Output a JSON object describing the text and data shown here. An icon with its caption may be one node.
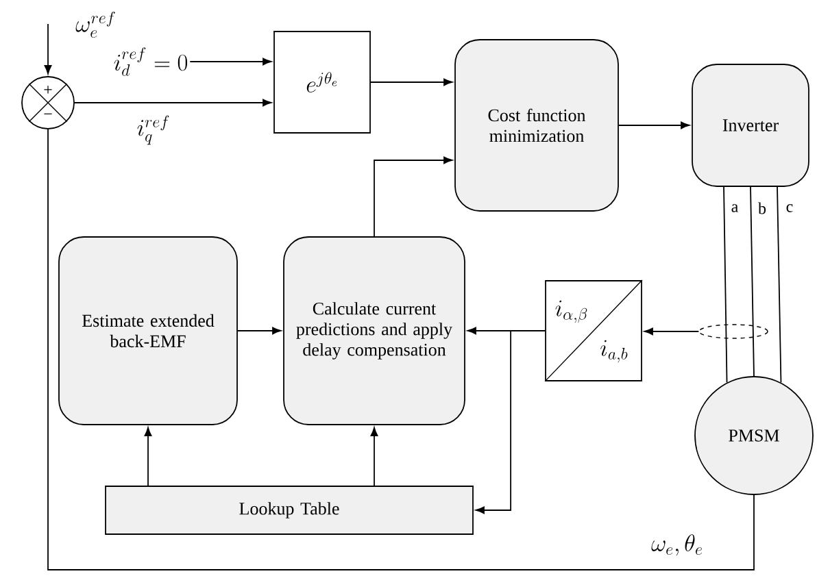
{
  "diagram": {
    "nodes": [
      {
        "text": [
          "+",
          "−"
        ]
      },
      {
        "text": [
          "e^{j\\theta_e}"
        ]
      },
      {
        "text": [
          "Cost function minimization"
        ]
      },
      {
        "text": [
          "Inverter"
        ]
      },
      {
        "text": [
          "Estimate extended back-EMF"
        ]
      },
      {
        "text": [
          "Calculate current predictions and apply delay compensation"
        ]
      },
      {
        "text": [
          "i_{\\alpha,\\beta}",
          "i_{a,b}"
        ]
      },
      {
        "text": [
          "PMSM"
        ]
      },
      {
        "text": [
          "Lookup Table"
        ]
      },
      {
        "text": [],
        "shape": "ellipse"
      },
      {
        "text": [
          "i_d^{ref} = 0"
        ]
      }
    ],
    "edges": [
      {
        "from": null,
        "to": 0,
        "arrow": "to",
        "label": "\\omega_e^{ref}"
      },
      {
        "from": 10,
        "to": 1,
        "arrow": "to"
      },
      {
        "from": 0,
        "to": 1,
        "arrow": "to",
        "label": "i_q^{ref}"
      },
      {
        "from": 1,
        "to": 2,
        "arrow": "to"
      },
      {
        "from": 5,
        "to": 2,
        "arrow": "to"
      },
      {
        "from": 2,
        "to": 3,
        "arrow": "to"
      },
      {
        "from": 3,
        "to": 7,
        "arrow": "none",
        "label": "a"
      },
      {
        "from": 3,
        "to": 7,
        "arrow": "none",
        "label": "b"
      },
      {
        "from": 3,
        "to": 7,
        "arrow": "none",
        "label": "c"
      },
      {
        "from": 9,
        "to": 6,
        "arrow": "to"
      },
      {
        "from": 6,
        "to": 5,
        "arrow": "to"
      },
      {
        "from": 6,
        "to": 8,
        "arrow": "to"
      },
      {
        "from": 4,
        "to": 5,
        "arrow": "to"
      },
      {
        "from": 8,
        "to": 4,
        "arrow": "to"
      },
      {
        "from": 8,
        "to": 5,
        "arrow": "to"
      },
      {
        "from": 7,
        "to": 0,
        "arrow": "none",
        "label": "\\omega_e,\\theta_e"
      }
    ]
  }
}
